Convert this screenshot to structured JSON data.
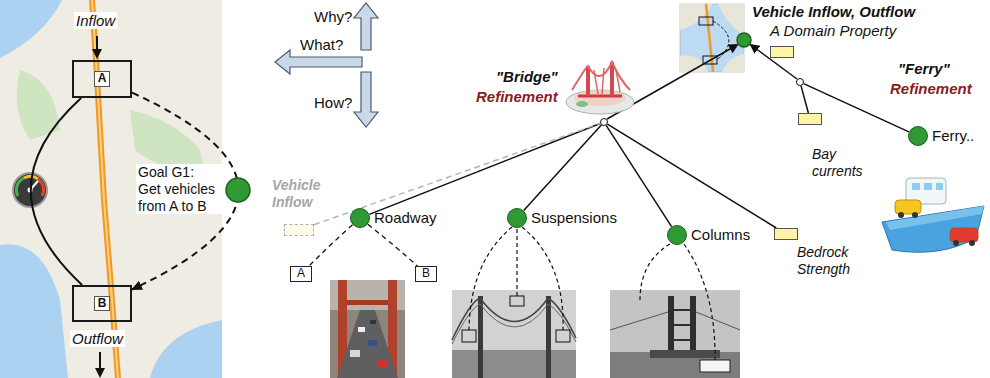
{
  "diagram": {
    "nodes": [
      {
        "text": [
          "A"
        ]
      },
      {
        "text": [
          "B"
        ]
      },
      {
        "text": [
          "Vehicle Inflow, Outflow",
          "A Domain Property"
        ]
      },
      {
        "text": [
          "\"Bridge\"",
          "Refinement"
        ]
      },
      {
        "text": [
          "\"Ferry\"",
          "Refinement"
        ]
      },
      {
        "text": [
          "Roadway"
        ]
      },
      {
        "text": [
          "Suspensions"
        ]
      },
      {
        "text": [
          "Columns"
        ]
      },
      {
        "text": [
          "Bedrock Strength"
        ]
      },
      {
        "text": [
          "Bay currents"
        ]
      },
      {
        "text": [
          "Ferry.."
        ]
      },
      {
        "text": [
          "Vehicle Inflow"
        ]
      },
      {
        "text": [
          "A"
        ]
      },
      {
        "text": [
          "B"
        ]
      }
    ],
    "edges": [
      {
        "from": 0,
        "to": 1,
        "arrow": "none"
      },
      {
        "from": 0,
        "to": 1,
        "arrow": "to"
      },
      {
        "from": 3,
        "to": 5,
        "arrow": "none"
      },
      {
        "from": 3,
        "to": 6,
        "arrow": "none"
      },
      {
        "from": 3,
        "to": 7,
        "arrow": "none"
      },
      {
        "from": 3,
        "to": 8,
        "arrow": "none"
      },
      {
        "from": 4,
        "to": 9,
        "arrow": "none"
      },
      {
        "from": 4,
        "to": 10,
        "arrow": "none"
      },
      {
        "from": 11,
        "to": 3,
        "arrow": "none"
      },
      {
        "from": 5,
        "to": 12,
        "arrow": "none"
      },
      {
        "from": 5,
        "to": 13,
        "arrow": "none"
      }
    ],
    "labels": [
      "Inflow",
      "Outflow",
      "Goal G1: Get vehicles from A to B",
      "Why?",
      "What?",
      "How?"
    ]
  }
}
